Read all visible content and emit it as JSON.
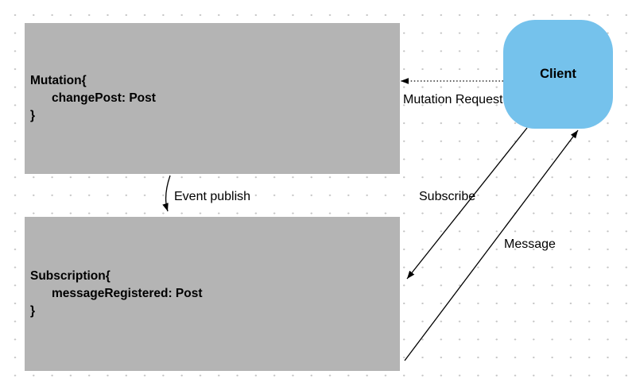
{
  "diagram": {
    "nodes": {
      "mutation": {
        "line1": "Mutation{",
        "line2": "changePost: Post",
        "line3": "}"
      },
      "subscription": {
        "line1": "Subscription{",
        "line2": "messageRegistered: Post",
        "line3": "}"
      },
      "client": {
        "label": "Client"
      }
    },
    "edges": {
      "mutation_request": {
        "label": "Mutation Request",
        "style": "dotted",
        "from": "client",
        "to": "mutation"
      },
      "event_publish": {
        "label": "Event publish",
        "style": "solid",
        "from": "mutation",
        "to": "subscription"
      },
      "subscribe": {
        "label": "Subscribe",
        "style": "solid",
        "from": "client",
        "to": "subscription"
      },
      "message": {
        "label": "Message",
        "style": "solid",
        "from": "subscription",
        "to": "client"
      }
    },
    "colors": {
      "node_gray": "#b4b4b4",
      "client_blue": "#75c2ec",
      "arrow_black": "#000000",
      "dot_grid": "#c4c4c4",
      "background": "#ffffff"
    }
  }
}
